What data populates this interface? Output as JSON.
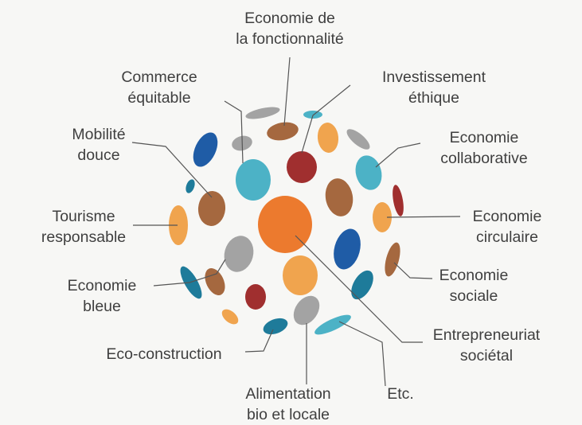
{
  "labels": {
    "fonctionnalite": [
      "Economie de",
      "la fonctionnalité"
    ],
    "commerce": [
      "Commerce",
      "équitable"
    ],
    "investissement": [
      "Investissement",
      "éthique"
    ],
    "mobilite": [
      "Mobilité",
      "douce"
    ],
    "collaborative": [
      "Economie",
      "collaborative"
    ],
    "tourisme": [
      "Tourisme",
      "responsable"
    ],
    "circulaire": [
      "Economie",
      "circulaire"
    ],
    "sociale": [
      "Economie",
      "sociale"
    ],
    "bleue": [
      "Economie",
      "bleue"
    ],
    "entrepreneuriat": [
      "Entrepreneuriat",
      "sociétal"
    ],
    "construction": [
      "Eco-construction"
    ],
    "alimentation": [
      "Alimentation",
      "bio et locale"
    ],
    "etc": [
      "Etc."
    ]
  },
  "colors": {
    "orange_center": "#ec7a2e",
    "light_orange": "#f0a44e",
    "teal": "#4cb2c6",
    "dark_blue": "#1f5ca6",
    "petrol_blue": "#1e7b9a",
    "brown": "#a5683f",
    "dark_red": "#a02f2f",
    "grey": "#a3a3a3",
    "connector": "#555555"
  }
}
